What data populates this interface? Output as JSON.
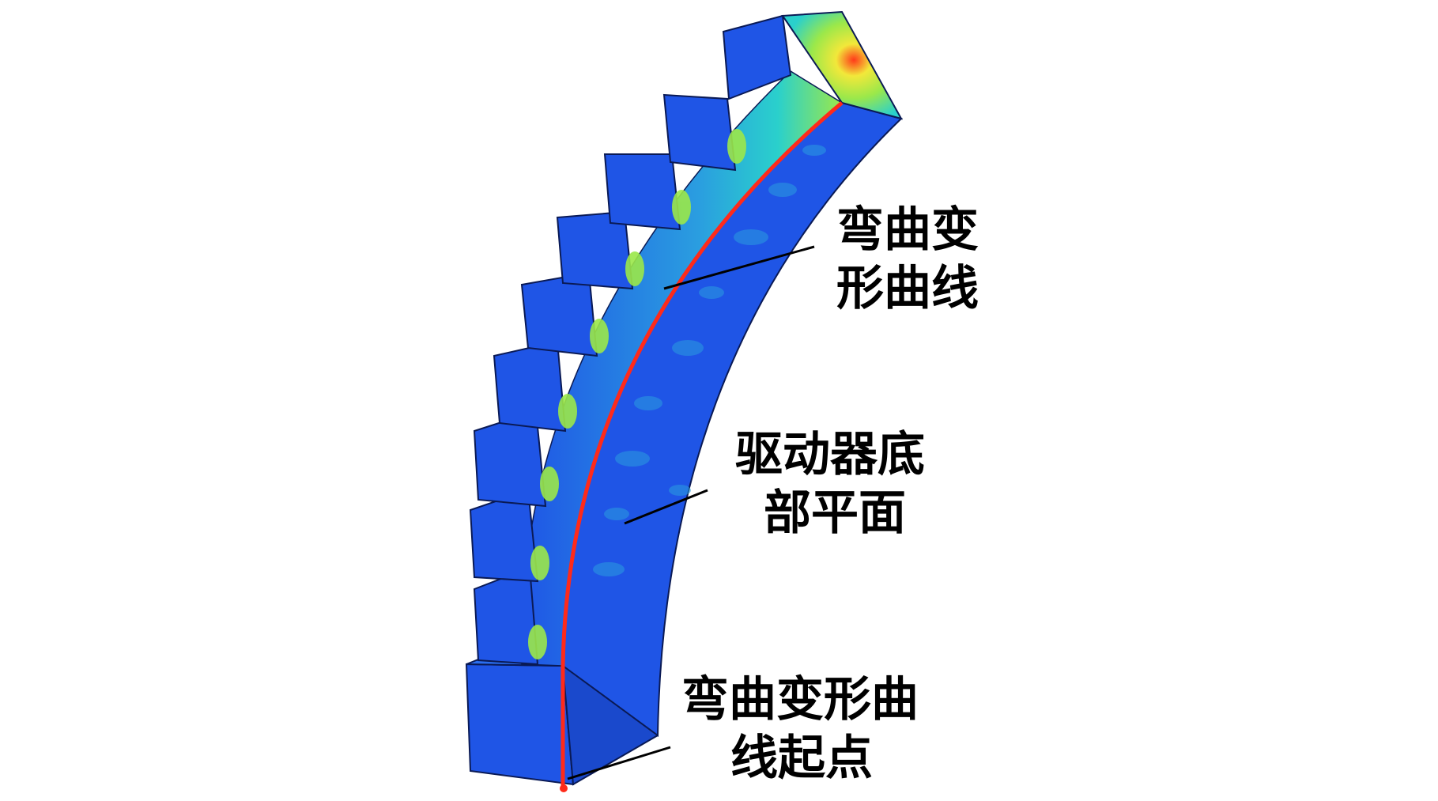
{
  "labels": {
    "bending_curve": [
      "弯曲变",
      "形曲线"
    ],
    "bottom_plane": [
      "驱动器底",
      "部平面"
    ],
    "curve_start": [
      "弯曲变形曲",
      "线起点"
    ]
  },
  "colors": {
    "low_stress": "#1f55e6",
    "low_stress_dark": "#173ca8",
    "mid_stress": "#2ad0cc",
    "mid_high_stress": "#9be84a",
    "high_stress": "#f2e83a",
    "peak_stress": "#ff3a1a",
    "curve": "#ff2a1a",
    "leader_line": "#000000"
  }
}
